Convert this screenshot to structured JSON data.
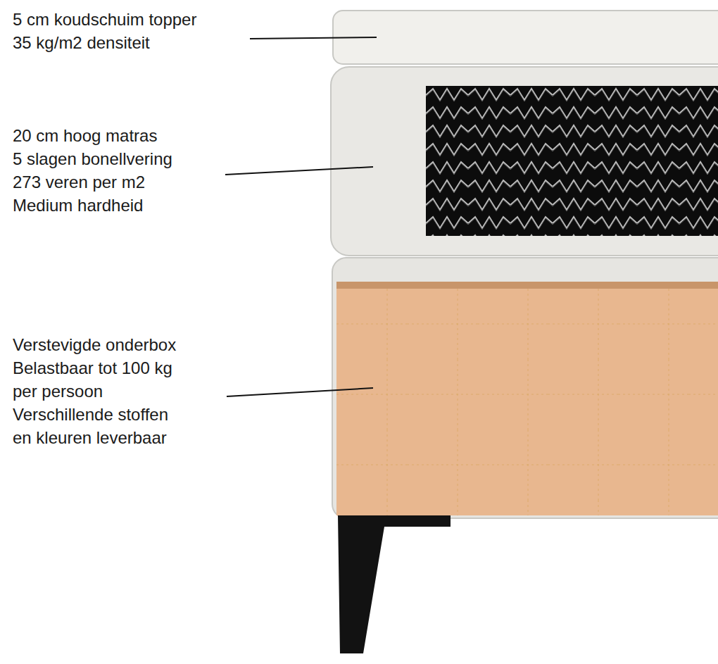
{
  "diagram": {
    "labels": [
      "5 cm koudschuim topper",
      "35 kg/m2 densiteit",
      "20 cm hoog matras",
      "5 slagen bonellvering",
      "273 veren per m2",
      "Medium hardheid",
      "Verstevigde onderbox",
      "Belastbaar tot 100 kg",
      "per persoon",
      "Verschillende stoffen",
      "en kleuren leverbaar"
    ]
  }
}
